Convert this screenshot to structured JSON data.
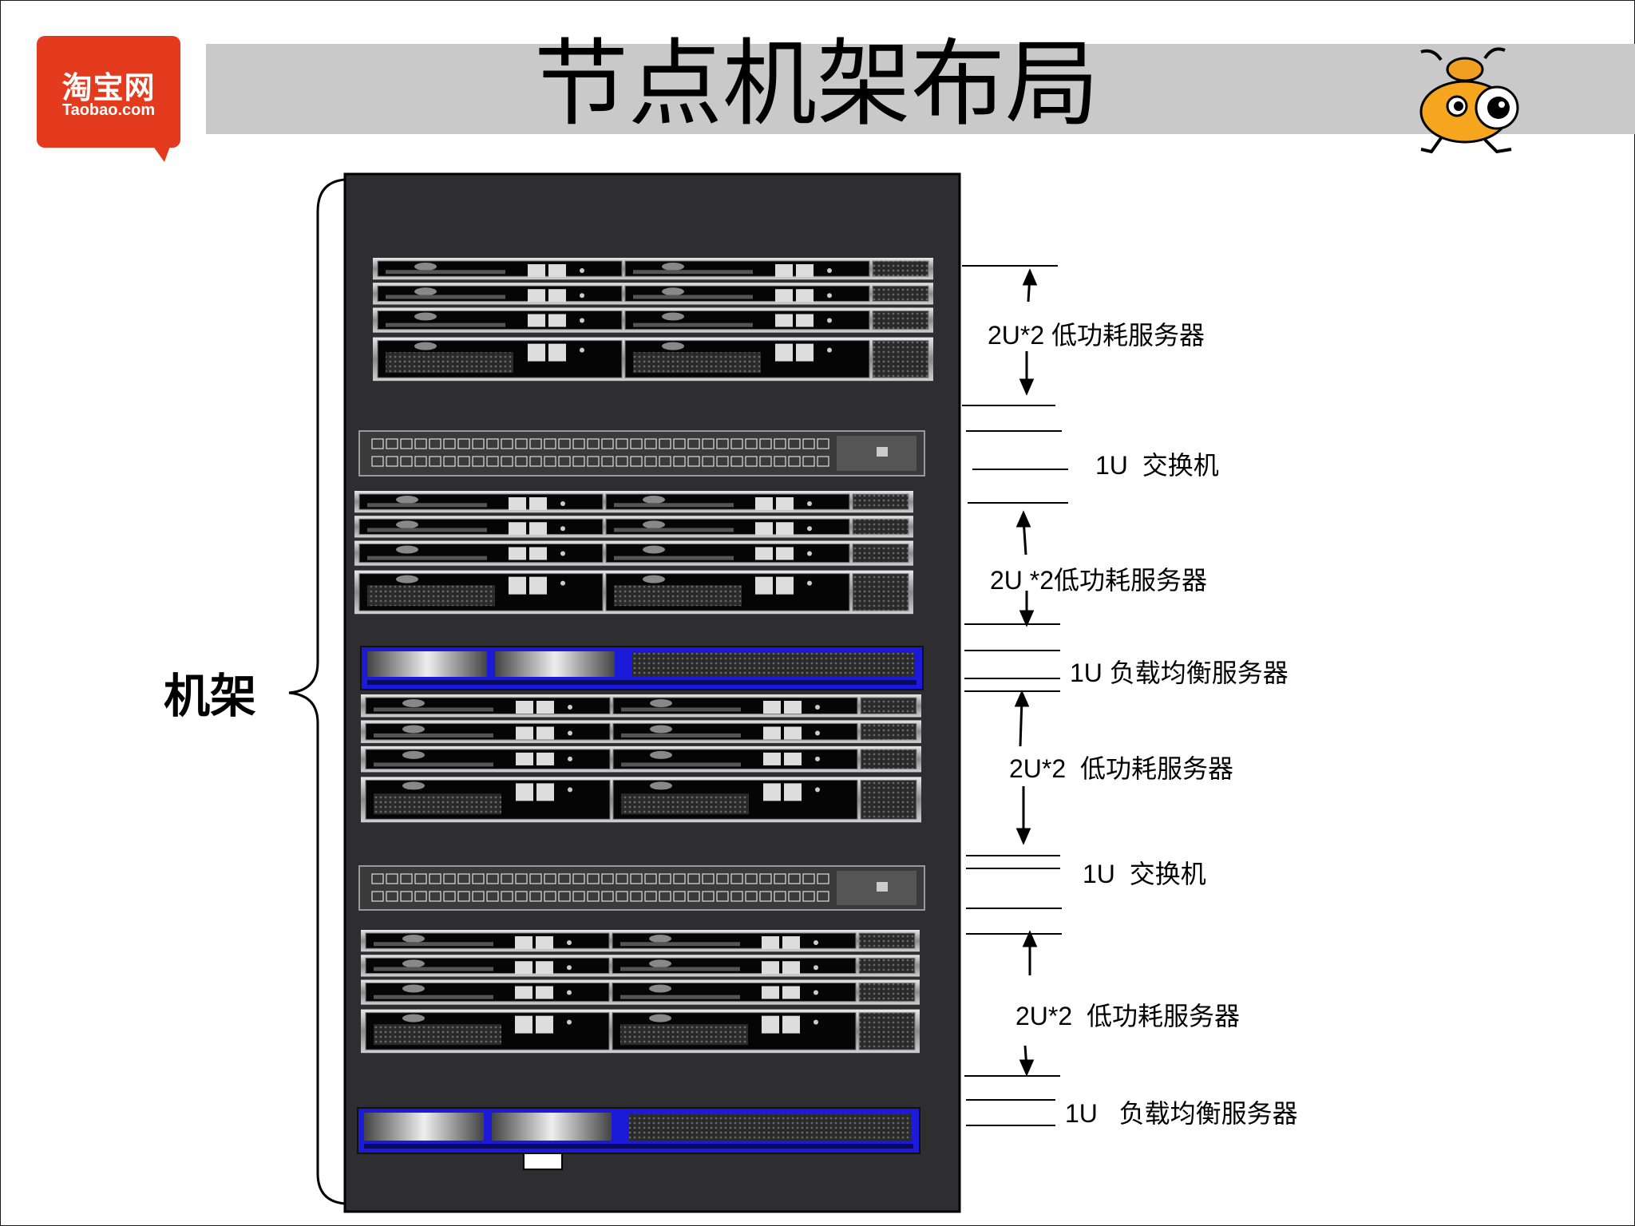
{
  "logo": {
    "cn": "淘宝网",
    "en": "Taobao.com",
    "color": "#e43a1d"
  },
  "title": "节点机架布局",
  "rack_label": "机架",
  "annotations": [
    {
      "id": "a1",
      "text": "2U*2 低功耗服务器"
    },
    {
      "id": "a2",
      "text": "1U  交换机"
    },
    {
      "id": "a3",
      "text": "2U *2低功耗服务器"
    },
    {
      "id": "a4",
      "text": "1U 负载均衡服务器"
    },
    {
      "id": "a5",
      "text": "2U*2  低功耗服务器"
    },
    {
      "id": "a6",
      "text": "1U  交换机"
    },
    {
      "id": "a7",
      "text": "2U*2  低功耗服务器"
    },
    {
      "id": "a8",
      "text": "1U   负载均衡服务器"
    }
  ],
  "rack_units": [
    {
      "kind": "server-group"
    },
    {
      "kind": "switch"
    },
    {
      "kind": "server-group"
    },
    {
      "kind": "load-balancer"
    },
    {
      "kind": "server-group"
    },
    {
      "kind": "switch"
    },
    {
      "kind": "server-group"
    },
    {
      "kind": "load-balancer"
    }
  ],
  "colors": {
    "rack": "#2e2d30",
    "lb_blue": "#1a1ad8",
    "title_bar": "#c9c9c9"
  }
}
